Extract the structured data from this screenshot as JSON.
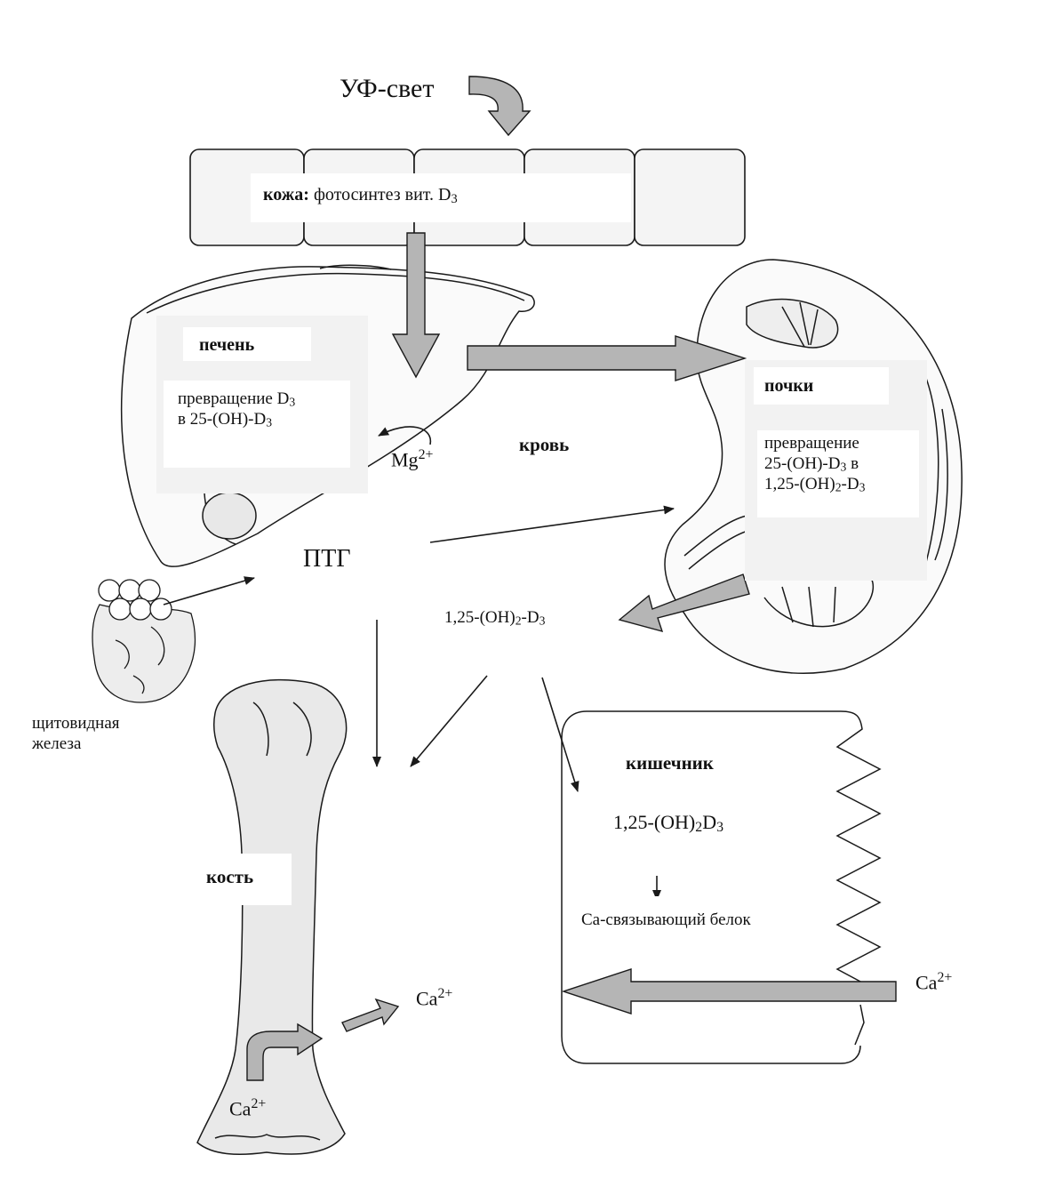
{
  "labels": {
    "uv_light": "УФ-свет",
    "skin_title": "кожа:",
    "skin_text": "фотосинтез вит. D",
    "liver_title": "печень",
    "liver_line1": "превращение D",
    "liver_line2": "в 25-(OH)-D",
    "magnesium": "Mg",
    "magnesium_charge": "2+",
    "blood": "кровь",
    "kidneys_title": "почки",
    "kidneys_line1": "превращение",
    "kidneys_line2": "25-(OH)-D",
    "kidneys_line2_tail": " в",
    "kidneys_line3": "1,25-(OH)",
    "kidneys_line3_tail": "-D",
    "pth": "ПТГ",
    "calcitriol_main": "1,25-(OH)",
    "calcitriol_main_tail": "-D",
    "thyroid_line1": "щитовидная",
    "thyroid_line2": "железа",
    "intestine_title": "кишечник",
    "intestine_calcitriol": "1,25-(OH)",
    "intestine_calcitriol_tail": "D",
    "binding_protein": "Ca-связывающий белок",
    "calcium": "Ca",
    "calcium_charge": "2+",
    "bone_title": "кость",
    "sub_2": "2",
    "sub_3": "3"
  },
  "colors": {
    "line": "#1a1a1a",
    "block_arrow_fill": "#b5b5b5",
    "organ_fill": "#f4f4f4",
    "bone_fill": "#e9e9e9",
    "thyroid_fill": "#ededed"
  }
}
